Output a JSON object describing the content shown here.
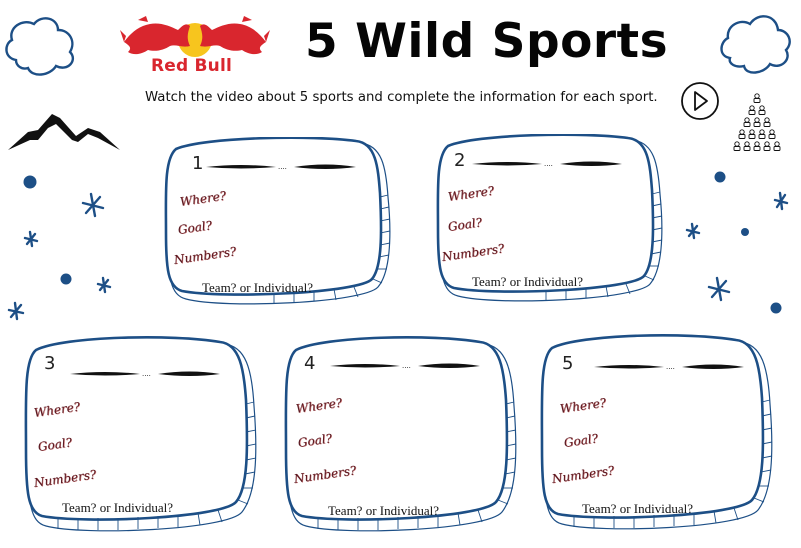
{
  "header": {
    "brand": "Red Bull",
    "title": "5 Wild Sports",
    "instructions": "Watch the video about 5 sports and complete the information for each sport."
  },
  "icons": {
    "play": "play-button-icon",
    "audience": "people-pyramid-icon",
    "clouds": "cloud-icon",
    "mountains": "mountain-icon",
    "stars": "star-icon",
    "dots": "dot-icon"
  },
  "colors": {
    "frame": "#1d4f86",
    "decor": "#1d4f86",
    "brand_red": "#d9262e",
    "brand_yellow": "#f7c51e",
    "handwriting": "#5a1a22"
  },
  "cards": [
    {
      "number": "1",
      "dots": "....",
      "where": "Where?",
      "goal": "Goal?",
      "numbers": "Numbers?",
      "team": "Team? or Individual?"
    },
    {
      "number": "2",
      "dots": "....",
      "where": "Where?",
      "goal": "Goal?",
      "numbers": "Numbers?",
      "team": "Team? or Individual?"
    },
    {
      "number": "3",
      "dots": "....",
      "where": "Where?",
      "goal": "Goal?",
      "numbers": "Numbers?",
      "team": "Team? or Individual?"
    },
    {
      "number": "4",
      "dots": "....",
      "where": "Where?",
      "goal": "Goal?",
      "numbers": "Numbers?",
      "team": "Team? or Individual?"
    },
    {
      "number": "5",
      "dots": "....",
      "where": "Where?",
      "goal": "Goal?",
      "numbers": "Numbers?",
      "team": "Team? or Individual?"
    }
  ]
}
